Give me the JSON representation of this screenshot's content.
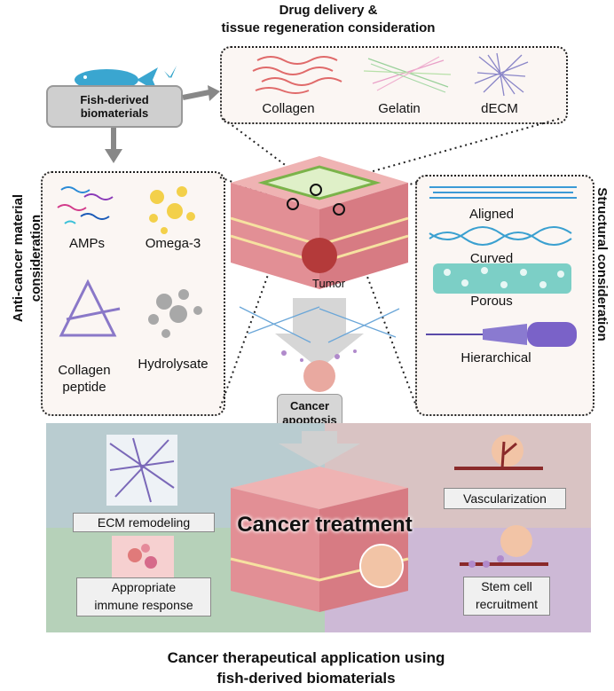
{
  "header": {
    "line1": "Drug delivery &",
    "line2": "tissue regeneration consideration"
  },
  "source": {
    "label_line1": "Fish-derived",
    "label_line2": "biomaterials"
  },
  "drug_delivery": {
    "items": [
      "Collagen",
      "Gelatin",
      "dECM"
    ]
  },
  "anti_cancer": {
    "title_line1": "Anti-cancer material",
    "title_line2": "consideration",
    "items": [
      "AMPs",
      "Omega-3",
      "Collagen",
      "peptide",
      "Hydrolysate"
    ]
  },
  "structural": {
    "title": "Structural consideration",
    "items": [
      "Aligned",
      "Curved",
      "Porous",
      "Hierarchical"
    ]
  },
  "center": {
    "tumor": "Tumor",
    "apoptosis_line1": "Cancer",
    "apoptosis_line2": "apoptosis"
  },
  "treatment": {
    "title": "Cancer treatment",
    "ecm": "ECM remodeling",
    "immune_line1": "Appropriate",
    "immune_line2": "immune response",
    "vascular": "Vascularization",
    "stem_line1": "Stem cell",
    "stem_line2": "recruitment"
  },
  "footer": {
    "line1": "Cancer therapeutical application using",
    "line2": "fish-derived biomaterials"
  },
  "colors": {
    "teal_panel": "#b9ccd0",
    "rose_panel": "#d9c3c3",
    "green_panel": "#b6d1b9",
    "violet_panel": "#cdb9d6",
    "tissue": "#e79a9f"
  }
}
